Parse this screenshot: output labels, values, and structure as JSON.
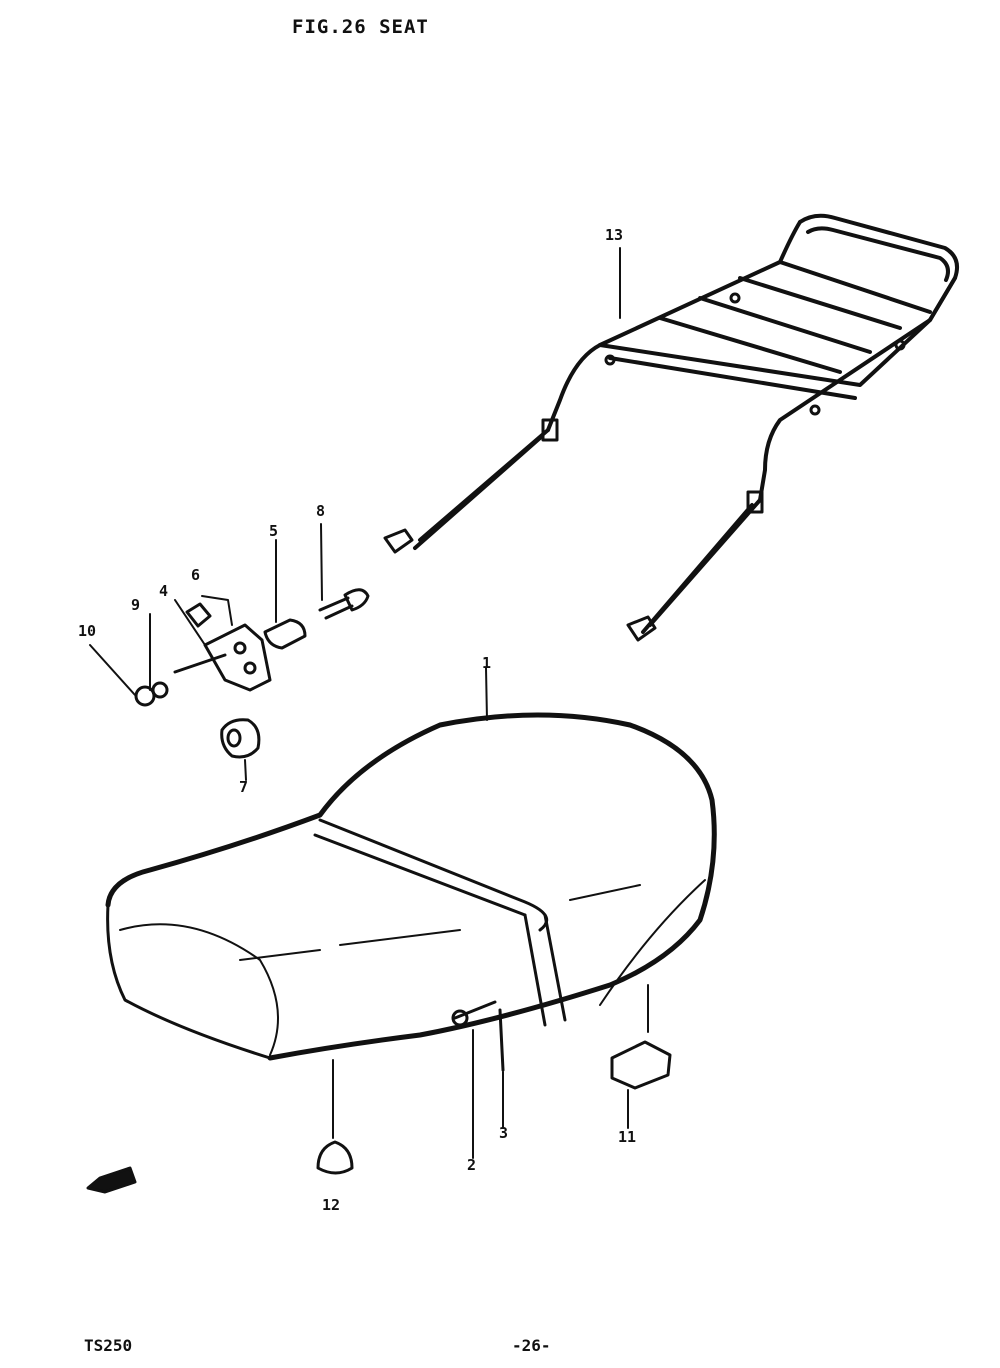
{
  "figure": {
    "title": "FIG.26  SEAT",
    "model": "TS250",
    "page_number": "-26-",
    "direction_label": "FWD"
  },
  "callouts": [
    {
      "id": "part-1",
      "label": "1"
    },
    {
      "id": "part-2",
      "label": "2"
    },
    {
      "id": "part-3",
      "label": "3"
    },
    {
      "id": "part-4",
      "label": "4"
    },
    {
      "id": "part-5",
      "label": "5"
    },
    {
      "id": "part-6",
      "label": "6"
    },
    {
      "id": "part-7",
      "label": "7"
    },
    {
      "id": "part-8",
      "label": "8"
    },
    {
      "id": "part-9",
      "label": "9"
    },
    {
      "id": "part-10",
      "label": "10"
    },
    {
      "id": "part-11",
      "label": "11"
    },
    {
      "id": "part-12",
      "label": "12"
    },
    {
      "id": "part-13",
      "label": "13"
    }
  ]
}
